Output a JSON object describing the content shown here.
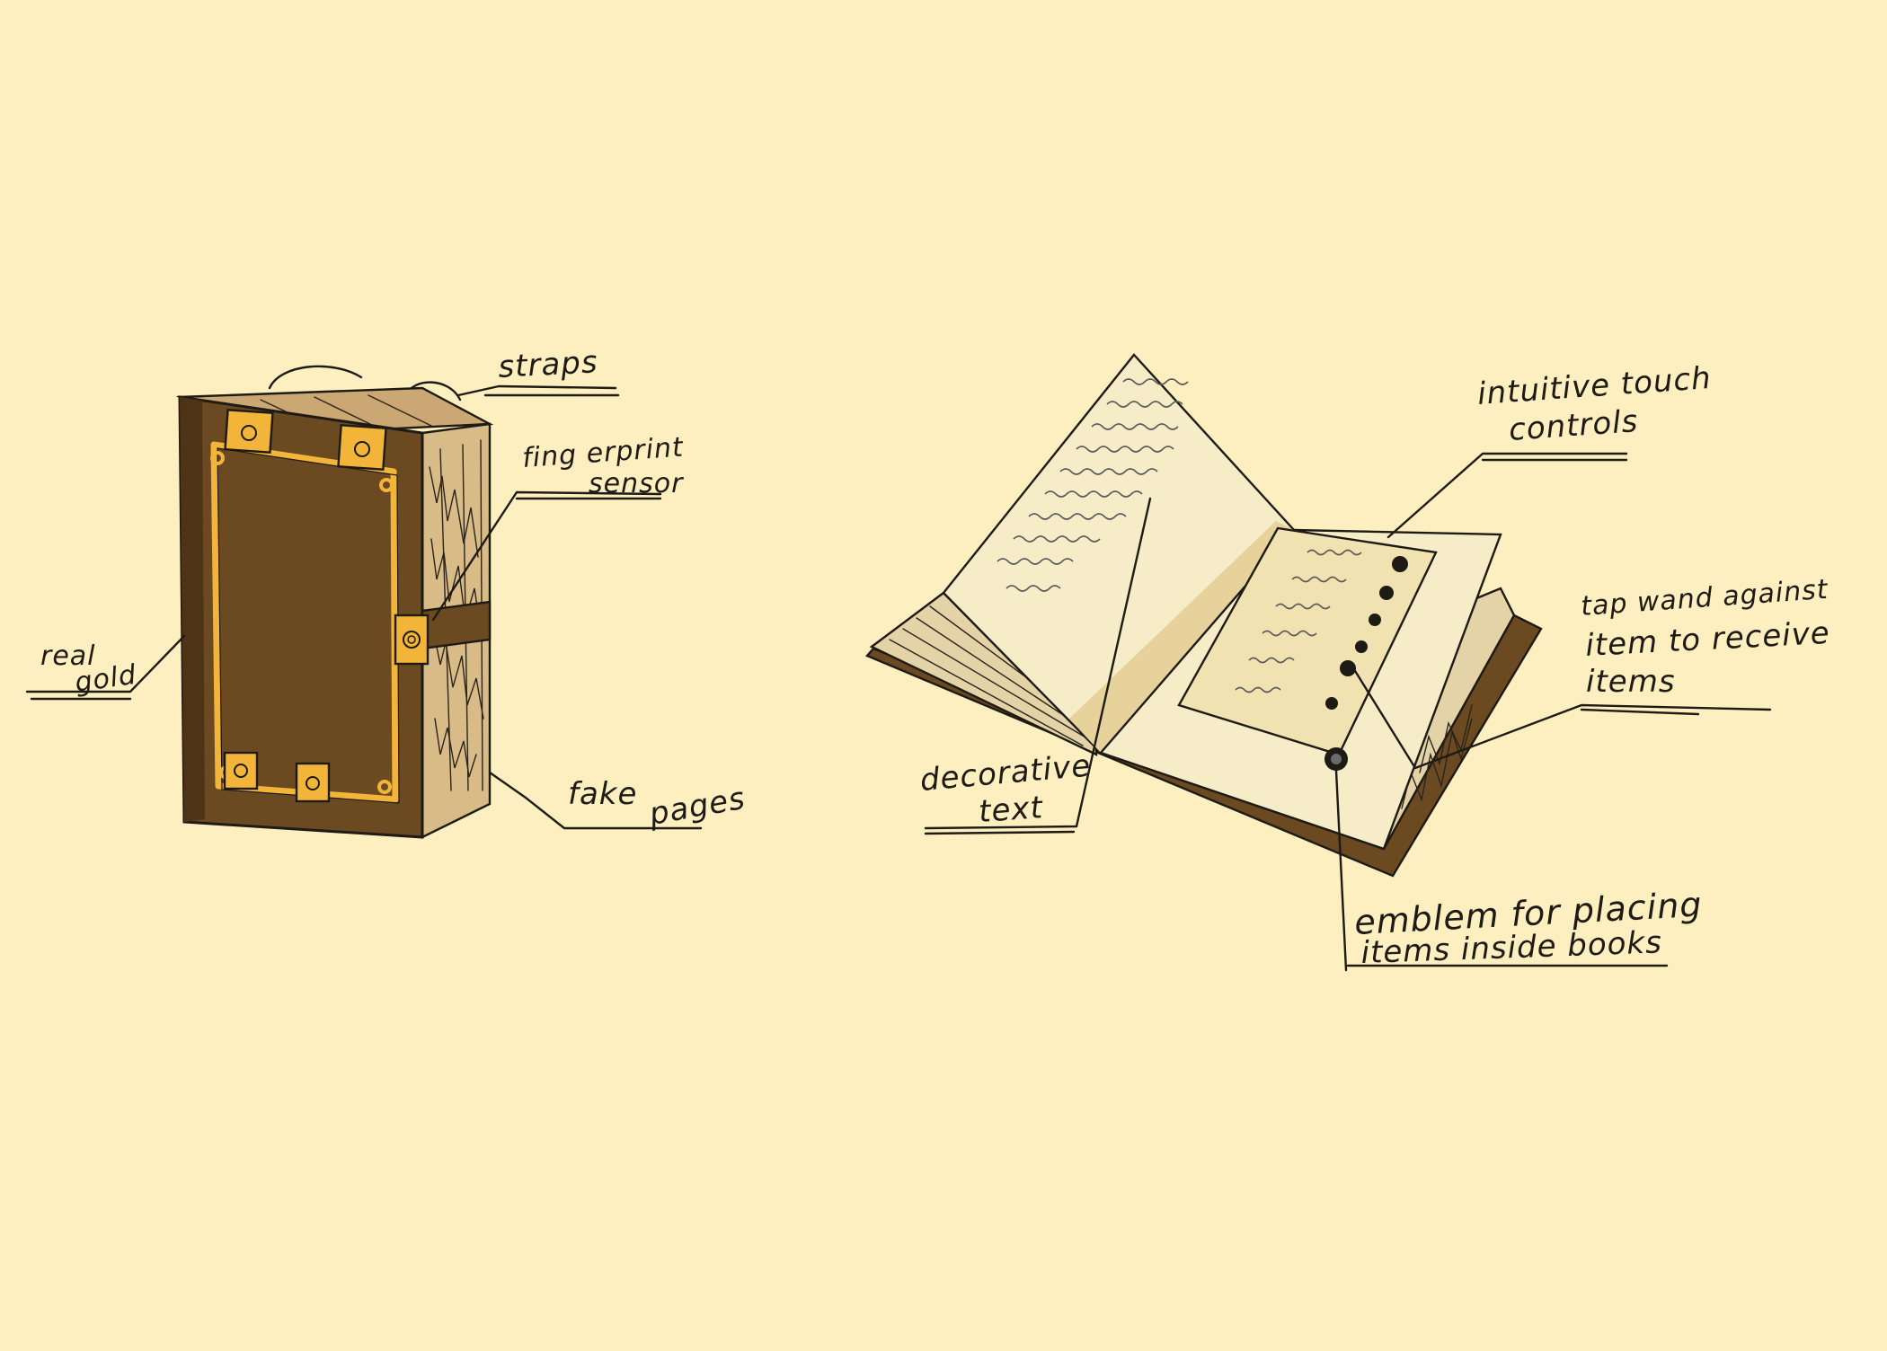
{
  "colors": {
    "background": "#fdefbf",
    "leather": "#6b4a22",
    "leather_dark": "#4e3414",
    "gold": "#f2b53a",
    "page": "#f6ecc8",
    "page_shadow": "#e6d29a",
    "ink": "#1e1a14"
  },
  "closed_book": {
    "labels": {
      "straps": "straps",
      "fingerprint_line1": "fing erprint",
      "fingerprint_line2": "sensor",
      "real": "real",
      "gold": "gold",
      "fake": "fake",
      "pages": "pages"
    }
  },
  "open_book": {
    "labels": {
      "touch_line1": "intuitive touch",
      "touch_line2": "controls",
      "wand_line1": "tap wand against",
      "wand_line2": "item to receive",
      "wand_line3": "items",
      "decorative_line1": "decorative",
      "decorative_line2": "text",
      "emblem_line1": "emblem for placing",
      "emblem_line2": "items inside books"
    }
  }
}
